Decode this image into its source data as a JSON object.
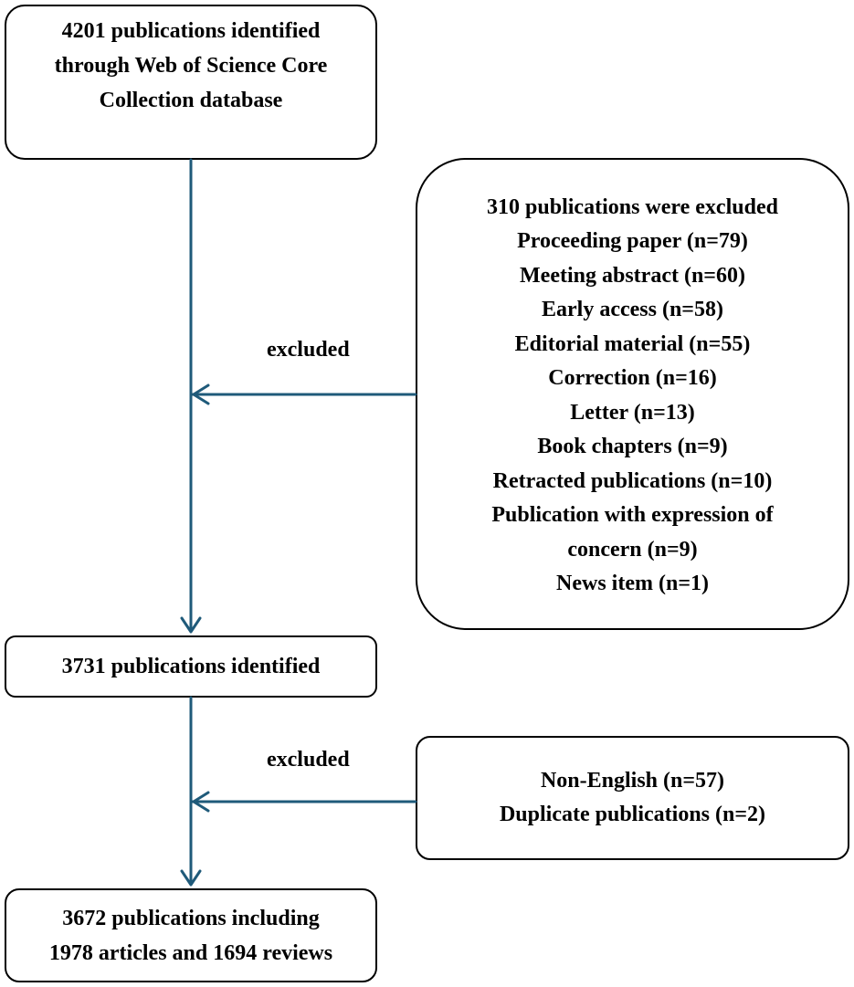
{
  "nodes": {
    "start": {
      "lines": [
        "4201 publications identified",
        "through Web of Science Core",
        "Collection database"
      ]
    },
    "exclusion_1": {
      "lines": [
        "310 publications were excluded",
        "Proceeding paper (n=79)",
        "Meeting abstract (n=60)",
        "Early access (n=58)",
        "Editorial material (n=55)",
        "Correction (n=16)",
        "Letter (n=13)",
        "Book chapters (n=9)",
        "Retracted publications (n=10)",
        "Publication with expression of",
        "concern (n=9)",
        "News item (n=1)"
      ]
    },
    "intermediate": {
      "lines": [
        "3731 publications identified"
      ]
    },
    "exclusion_2": {
      "lines": [
        "Non-English (n=57)",
        "Duplicate publications (n=2)"
      ]
    },
    "final": {
      "lines": [
        "3672 publications including",
        "1978 articles and 1694 reviews"
      ]
    }
  },
  "edge_labels": {
    "exclusion_1": "excluded",
    "exclusion_2": "excluded"
  },
  "colors": {
    "arrow": "#1f5a7a",
    "border": "#000000",
    "text": "#000000"
  }
}
